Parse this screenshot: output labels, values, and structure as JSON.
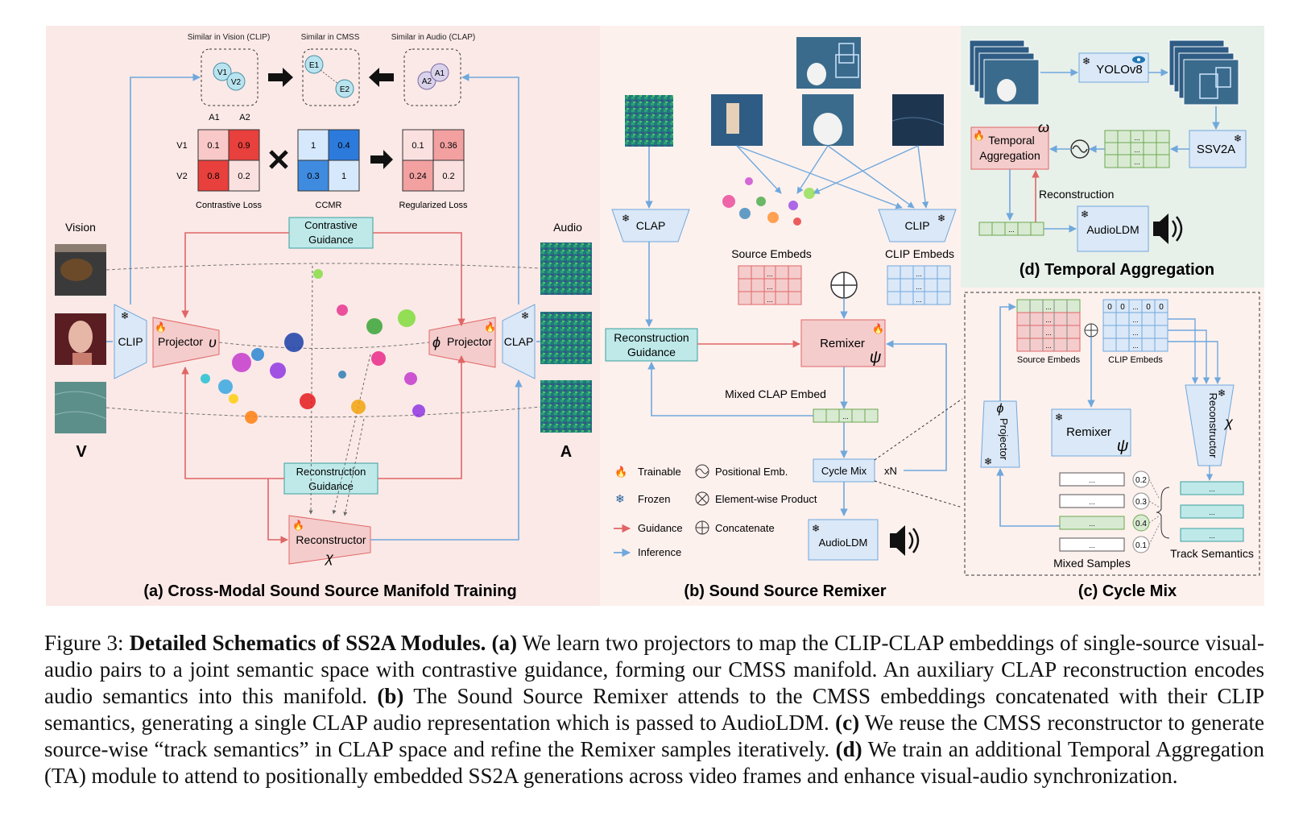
{
  "panels": {
    "a": {
      "title": "(a) Cross-Modal Sound Source Manifold Training",
      "sim_vision": "Similar in Vision (CLIP)",
      "sim_cmss": "Similar in CMSS",
      "sim_audio": "Similar in Audio (CLAP)",
      "nodes": {
        "v1": "V1",
        "v2": "V2",
        "e1": "E1",
        "e2": "E2",
        "a1": "A1",
        "a2": "A2"
      },
      "matrix_col_a1": "A1",
      "matrix_col_a2": "A2",
      "matrix_row_v1": "V1",
      "matrix_row_v2": "V2",
      "contrastive_matrix": [
        "0.1",
        "0.9",
        "0.8",
        "0.2"
      ],
      "ccmr_matrix": [
        "1",
        "0.4",
        "0.3",
        "1"
      ],
      "regularized_matrix": [
        "0.1",
        "0.36",
        "0.24",
        "0.2"
      ],
      "contrastive_loss": "Contrastive Loss",
      "ccmr": "CCMR",
      "regularized_loss": "Regularized Loss",
      "vision": "Vision",
      "audio": "Audio",
      "v_symbol": "V",
      "a_symbol": "A",
      "clip": "CLIP",
      "clap": "CLAP",
      "projector": "Projector",
      "upsilon": "υ",
      "phi": "ϕ",
      "contrastive_guidance_1": "Contrastive",
      "contrastive_guidance_2": "Guidance",
      "reconstruction_guidance_1": "Reconstruction",
      "reconstruction_guidance_2": "Guidance",
      "reconstructor": "Reconstructor",
      "chi": "χ"
    },
    "b": {
      "title": "(b) Sound Source Remixer",
      "clap": "CLAP",
      "clip": "CLIP",
      "source_embeds": "Source Embeds",
      "clip_embeds": "CLIP Embeds",
      "recon_guidance_1": "Reconstruction",
      "recon_guidance_2": "Guidance",
      "remixer": "Remixer",
      "psi": "ψ",
      "mixed_clap_embed": "Mixed CLAP Embed",
      "cycle_mix": "Cycle Mix",
      "xn": "xN",
      "audioldm": "AudioLDM",
      "ellipsis": "...",
      "legend": {
        "trainable": "Trainable",
        "frozen": "Frozen",
        "guidance": "Guidance",
        "inference": "Inference",
        "positional": "Positional Emb.",
        "elementwise": "Element-wise Product",
        "concatenate": "Concatenate"
      }
    },
    "c": {
      "title": "(c) Cycle Mix",
      "source_embeds": "Source Embeds",
      "clip_embeds": "CLIP Embeds",
      "remixer": "Remixer",
      "psi": "ψ",
      "projector": "Projector",
      "phi": "ϕ",
      "reconstructor": "Reconstructor",
      "chi": "χ",
      "zero": "0",
      "weights": [
        "0.2",
        "0.3",
        "0.4",
        "0.1"
      ],
      "mixed_samples": "Mixed Samples",
      "track_semantics": "Track Semantics"
    },
    "d": {
      "title": "(d) Temporal Aggregation",
      "yolo": "YOLOv8",
      "ssv2a": "SSV2A",
      "temporal_1": "Temporal",
      "temporal_2": "Aggregation",
      "omega": "ω",
      "reconstruction": "Reconstruction",
      "audioldm": "AudioLDM"
    }
  },
  "colors": {
    "panel_a_bg": "#fbe9e7",
    "panel_b_bg": "#fdf1ee",
    "panel_c_bg": "#fdf1ee",
    "panel_d_bg": "#e8f0ea",
    "blue_box": "#dbe8f7",
    "red_box": "#f4cccc",
    "teal_box": "#bfe9e9",
    "guidance": "#e06666",
    "inference": "#6fa8dc"
  },
  "caption": {
    "fig_label": "Figure 3: ",
    "title": "Detailed Schematics of SS2A Modules.",
    "a_tag": "(a)",
    "a_text": " We learn two projectors to map the CLIP-CLAP embeddings of single-source visual-audio pairs to a joint semantic space with contrastive guidance, forming our CMSS manifold. An auxiliary CLAP reconstruction encodes audio semantics into this manifold. ",
    "b_tag": "(b)",
    "b_text": " The Sound Source Remixer attends to the CMSS embeddings concatenated with their CLIP semantics, generating a single CLAP audio representation which is passed to AudioLDM. ",
    "c_tag": "(c)",
    "c_text": " We reuse the CMSS reconstructor to generate source-wise “track semantics” in CLAP space and refine the Remixer samples iteratively. ",
    "d_tag": "(d)",
    "d_text": " We train an additional Temporal Aggregation (TA) module to attend to positionally embedded SS2A generations across video frames and enhance visual-audio synchronization."
  }
}
